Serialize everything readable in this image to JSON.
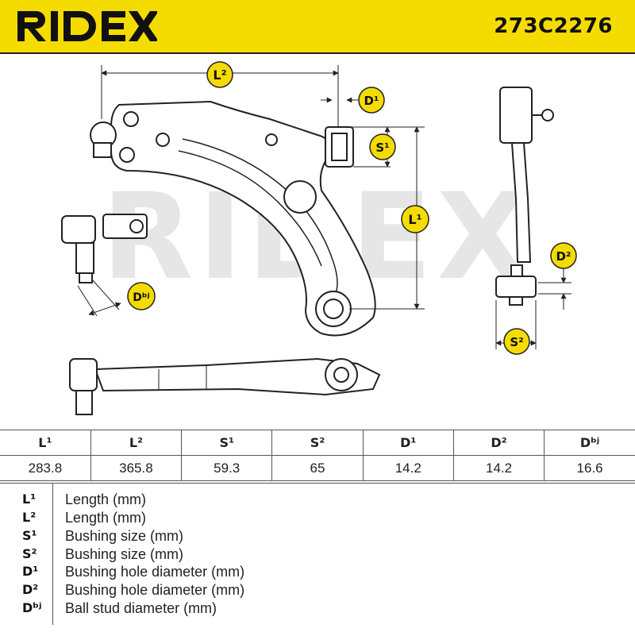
{
  "header": {
    "brand": "RIDEX",
    "part_number": "273C2276",
    "background_color": "#f5dc00"
  },
  "watermark": "RIDEX",
  "dimension_labels": {
    "L1": "L¹",
    "L2": "L²",
    "S1": "S¹",
    "S2": "S²",
    "D1": "D¹",
    "D2": "D²",
    "Dbj": "Dᵇʲ"
  },
  "spec_table": {
    "headers": [
      "L¹",
      "L²",
      "S¹",
      "S²",
      "D¹",
      "D²",
      "Dᵇʲ"
    ],
    "values": [
      "283.8",
      "365.8",
      "59.3",
      "65",
      "14.2",
      "14.2",
      "16.6"
    ]
  },
  "legend": [
    {
      "code": "L¹",
      "description": "Length (mm)"
    },
    {
      "code": "L²",
      "description": "Length (mm)"
    },
    {
      "code": "S¹",
      "description": "Bushing size (mm)"
    },
    {
      "code": "S²",
      "description": "Bushing size (mm)"
    },
    {
      "code": "D¹",
      "description": "Bushing hole diameter (mm)"
    },
    {
      "code": "D²",
      "description": "Bushing hole diameter (mm)"
    },
    {
      "code": "Dᵇʲ",
      "description": "Ball stud diameter (mm)"
    }
  ]
}
